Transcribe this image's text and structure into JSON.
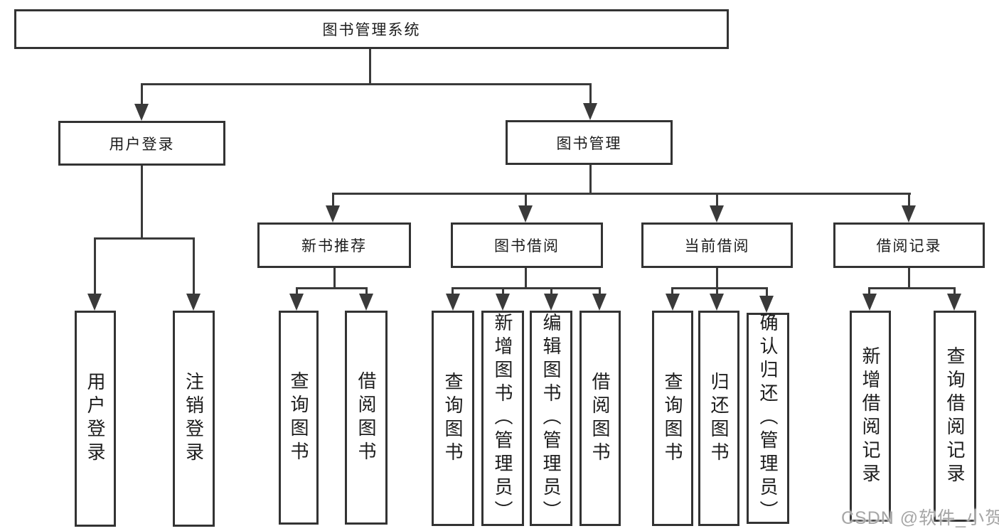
{
  "diagram": {
    "root": {
      "label": "图书管理系统"
    },
    "level2": [
      {
        "label": "用户登录",
        "children": [
          {
            "label": "用户登录"
          },
          {
            "label": "注销登录"
          }
        ]
      },
      {
        "label": "图书管理",
        "children": [
          {
            "label": "新书推荐",
            "children": [
              {
                "label": "查询图书"
              },
              {
                "label": "借阅图书"
              }
            ]
          },
          {
            "label": "图书借阅",
            "children": [
              {
                "label": "查询图书"
              },
              {
                "label": "新增图书（管理员）"
              },
              {
                "label": "编辑图书（管理员）"
              },
              {
                "label": "借阅图书"
              }
            ]
          },
          {
            "label": "当前借阅",
            "children": [
              {
                "label": "查询图书"
              },
              {
                "label": "归还图书"
              },
              {
                "label": "确认归还（管理员）"
              }
            ]
          },
          {
            "label": "借阅记录",
            "children": [
              {
                "label": "新增借阅记录"
              },
              {
                "label": "查询借阅记录"
              }
            ]
          }
        ]
      }
    ]
  },
  "watermark": {
    "text": "CSDN @软件_小贺同学"
  },
  "colors": {
    "line": "#3a3a3a",
    "box_border": "#333333",
    "text": "#1c1c1c",
    "watermark": "#a6a6a6",
    "background": "#ffffff"
  }
}
